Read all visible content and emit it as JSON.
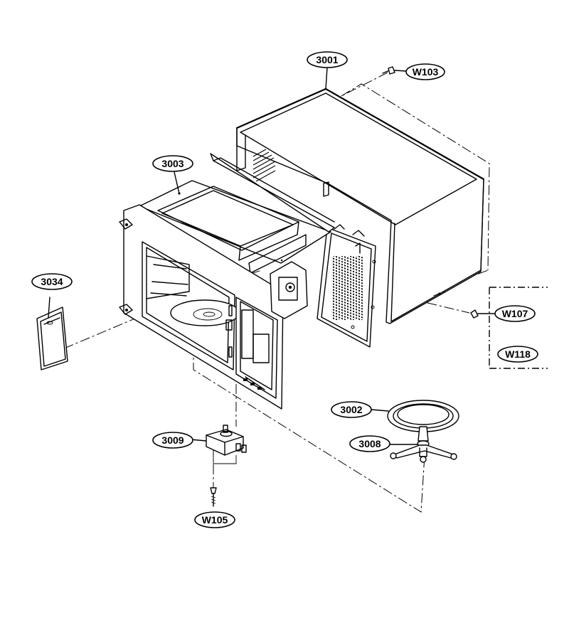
{
  "diagram": {
    "callouts": {
      "p3001": "3001",
      "w103": "W103",
      "p3003": "3003",
      "p3034": "3034",
      "w107": "W107",
      "w118": "W118",
      "p3002": "3002",
      "p3008": "3008",
      "p3009": "3009",
      "w105": "W105"
    }
  }
}
